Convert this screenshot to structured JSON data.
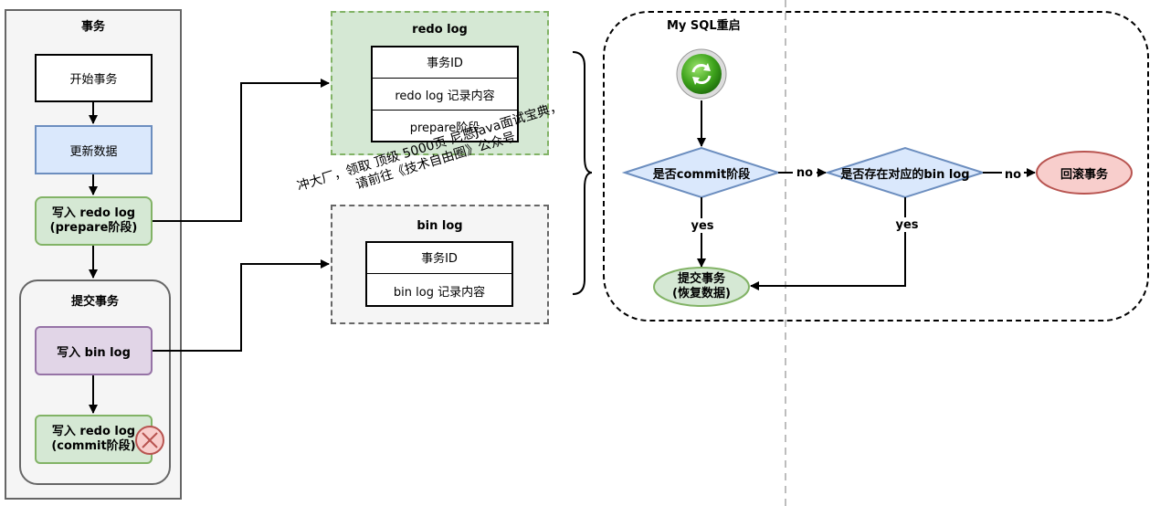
{
  "transaction": {
    "title": "事务",
    "start": "开始事务",
    "update": "更新数据",
    "write_redo_prepare": [
      "写入 redo log",
      "(prepare阶段)"
    ],
    "commit_group_title": "提交事务",
    "write_binlog": "写入 bin log",
    "write_redo_commit": [
      "写入 redo log",
      "(commit阶段)"
    ]
  },
  "redo_log": {
    "title": "redo log",
    "rows": [
      "事务ID",
      "redo log 记录内容",
      "prepare阶段"
    ]
  },
  "bin_log": {
    "title": "bin log",
    "rows": [
      "事务ID",
      "bin log 记录内容"
    ]
  },
  "watermark": [
    "冲大厂，领取 顶级 5000页 尼恩Java面试宝典，",
    "请前往《技术自由圈》公众号"
  ],
  "restart": {
    "title": "My SQL重启",
    "decision1": "是否commit阶段",
    "decision2": "是否存在对应的bin log",
    "rollback": "回滚事务",
    "commit": [
      "提交事务",
      "(恢复数据)"
    ],
    "no_label": "no",
    "yes_label": "yes"
  },
  "colors": {
    "panel_bg": "#f5f5f5",
    "panel_border": "#666666",
    "blue_fill": "#dae8fc",
    "blue_stroke": "#6c8ebf",
    "green_fill": "#d5e8d4",
    "green_stroke": "#82b366",
    "purple_fill": "#e1d5e7",
    "purple_stroke": "#9673a6",
    "red_fill": "#f8cecc",
    "red_stroke": "#b85450"
  },
  "icons": [
    "restart-icon",
    "cancel-icon"
  ]
}
